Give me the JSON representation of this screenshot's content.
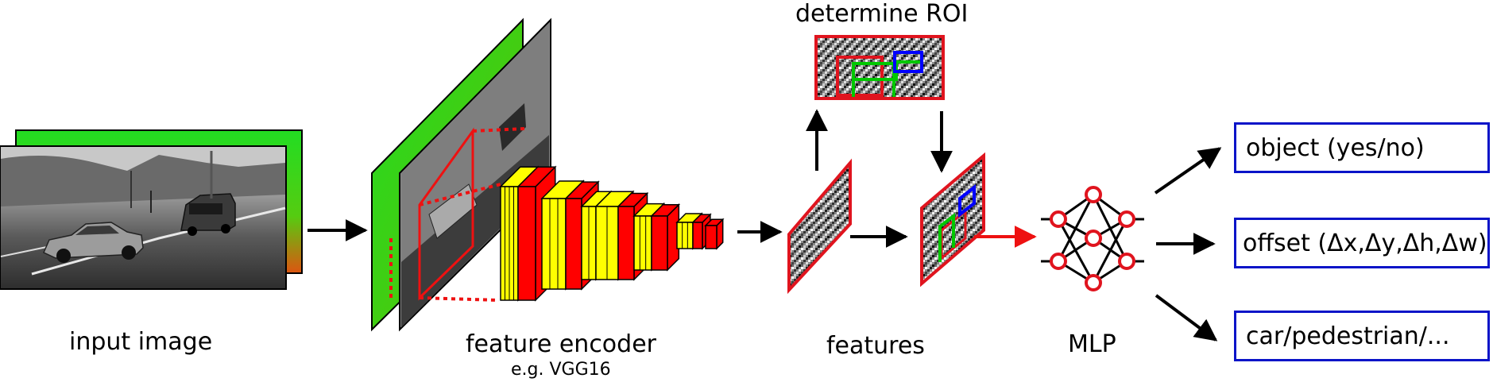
{
  "labels": {
    "input_image": "input image",
    "feature_encoder": "feature encoder",
    "feature_encoder_sub": "e.g. VGG16",
    "features": "features",
    "mlp": "MLP",
    "determine_roi": "determine ROI"
  },
  "outputs": {
    "object": "object (yes/no)",
    "offset": "offset (Δx,Δy,Δh,Δw)",
    "class": "car/pedestrian/..."
  },
  "colors": {
    "encoder_yellow": "#ffff00",
    "encoder_red": "#ff0000",
    "outline_red": "#e0141e",
    "output_box_blue": "#0a14c8",
    "roi_green": "#00c800",
    "roi_blue": "#0000ff",
    "depth_green": "#22dd22",
    "arrow_black": "#000000",
    "arrow_red": "#ee1111"
  },
  "icons": {
    "input_photo": "car-road-photo-icon",
    "feature_map": "noise-feature-map-icon",
    "mlp": "neural-network-icon"
  }
}
